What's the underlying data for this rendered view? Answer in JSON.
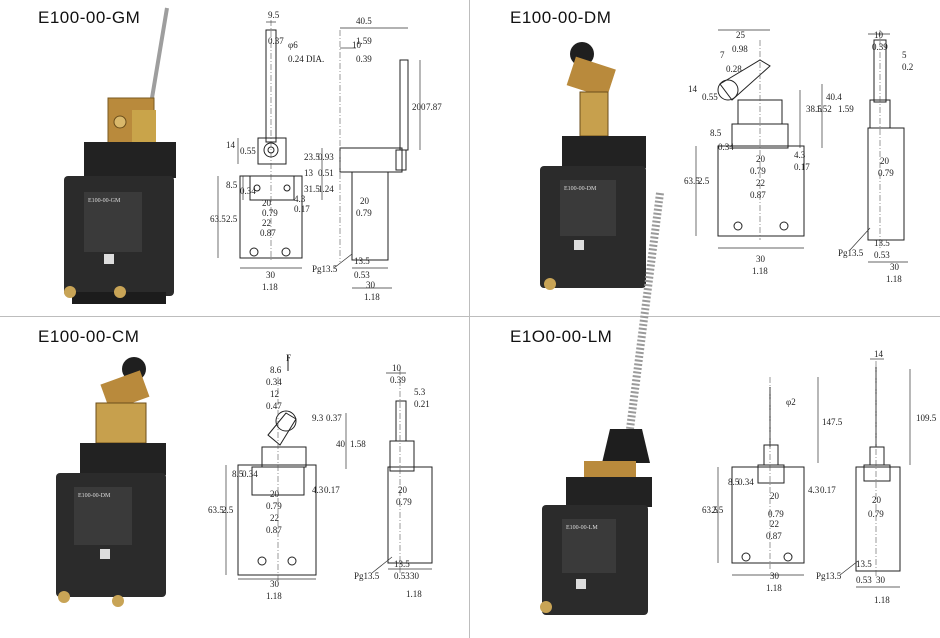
{
  "panels": {
    "gm": {
      "title": "E100-00-GM",
      "body_label": "E100-00-GM",
      "front": {
        "d_top": "9.5",
        "d_top_in": "0.37",
        "d_rod": "φ6",
        "d_rod_in": "0.24 DIA.",
        "d_14": "14",
        "d_14_in": "0.55",
        "d_85": "8.5",
        "d_85_in": "0.34",
        "d_20": "20",
        "d_20_in": "0.79",
        "d_22": "22",
        "d_22_in": "0.87",
        "d_635": "63.5",
        "d_635_in": "2.5",
        "d_43": "4.3",
        "d_43_in": "0.17",
        "d_30": "30",
        "d_30_in": "1.18"
      },
      "side": {
        "d_405": "40.5",
        "d_405_in": "1.59",
        "d_10": "10",
        "d_10_in": "0.39",
        "d_200": "200",
        "d_200_in": "7.87",
        "d_235": "23.5",
        "d_235_in": "0.93",
        "d_13": "13",
        "d_13_in": "0.51",
        "d_315": "31.5",
        "d_315_in": "1.24",
        "d_20": "20",
        "d_20_in": "0.79",
        "pg": "Pg13.5",
        "d_135": "13.5",
        "d_135_in": "0.53",
        "d_30": "30",
        "d_30_in": "1.18"
      }
    },
    "dm": {
      "title": "E100-00-DM",
      "body_label": "E100-00-DM",
      "front": {
        "d_25": "25",
        "d_25_in": "0.98",
        "d_7": "7",
        "d_7_in": "0.28",
        "d_14": "14",
        "d_14_in": "0.55",
        "d_385": "38.5",
        "d_385_in": "1.52",
        "d_404": "40.4",
        "d_404_in": "1.59",
        "d_85": "8.5",
        "d_85_in": "0.34",
        "d_20": "20",
        "d_20_in": "0.79",
        "d_22": "22",
        "d_22_in": "0.87",
        "d_43": "4.3",
        "d_43_in": "0.17",
        "d_635": "63.5",
        "d_635_in": "2.5",
        "d_30": "30",
        "d_30_in": "1.18"
      },
      "side": {
        "d_10": "10",
        "d_10_in": "0.39",
        "d_5": "5",
        "d_5_in": "0.2",
        "d_20": "20",
        "d_20_in": "0.79",
        "pg": "Pg13.5",
        "d_135": "13.5",
        "d_135_in": "0.53",
        "d_30": "30",
        "d_30_in": "1.18"
      }
    },
    "cm": {
      "title": "E100-00-CM",
      "body_label": "E100-00-DM",
      "front": {
        "force": "F",
        "d_86": "8.6",
        "d_86_in": "0.34",
        "d_12": "12",
        "d_12_in": "0.47",
        "d_93": "9.3",
        "d_93_in": "0.37",
        "d_40": "40",
        "d_40_in": "1.58",
        "d_85": "8.5",
        "d_85_in": "0.34",
        "d_20": "20",
        "d_20_in": "0.79",
        "d_22": "22",
        "d_22_in": "0.87",
        "d_43": "4.3",
        "d_43_in": "0.17",
        "d_635": "63.5",
        "d_635_in": "2.5",
        "d_30": "30",
        "d_30_in": "1.18"
      },
      "side": {
        "d_10": "10",
        "d_10_in": "0.39",
        "d_53": "5.3",
        "d_53_in": "0.21",
        "d_20": "20",
        "d_20_in": "0.79",
        "pg": "Pg13.5",
        "d_135": "13.5",
        "d_135_in": "0.53",
        "d_30": "30",
        "d_30_in": "1.18"
      }
    },
    "lm": {
      "title": "E1O0-00-LM",
      "body_label": "E100-00-LM",
      "front": {
        "d_phi": "φ2",
        "d_1475": "147.5",
        "d_85": "8.5",
        "d_85_in": "0.34",
        "d_20": "20",
        "d_20_in": "0.79",
        "d_22": "22",
        "d_22_in": "0.87",
        "d_43": "4.3",
        "d_43_in": "0.17",
        "d_635": "63.5",
        "d_635_in": "2.5",
        "d_30": "30",
        "d_30_in": "1.18"
      },
      "side": {
        "d_14": "14",
        "d_1095": "109.5",
        "d_20": "20",
        "d_20_in": "0.79",
        "pg": "Pg13.5",
        "d_135": "13.5",
        "d_135_in": "0.53",
        "d_30": "30",
        "d_30_in": "1.18"
      }
    }
  },
  "colors": {
    "body": "#2b2b2b",
    "metal": "#b98a3c",
    "rod": "#a9a9a9"
  }
}
